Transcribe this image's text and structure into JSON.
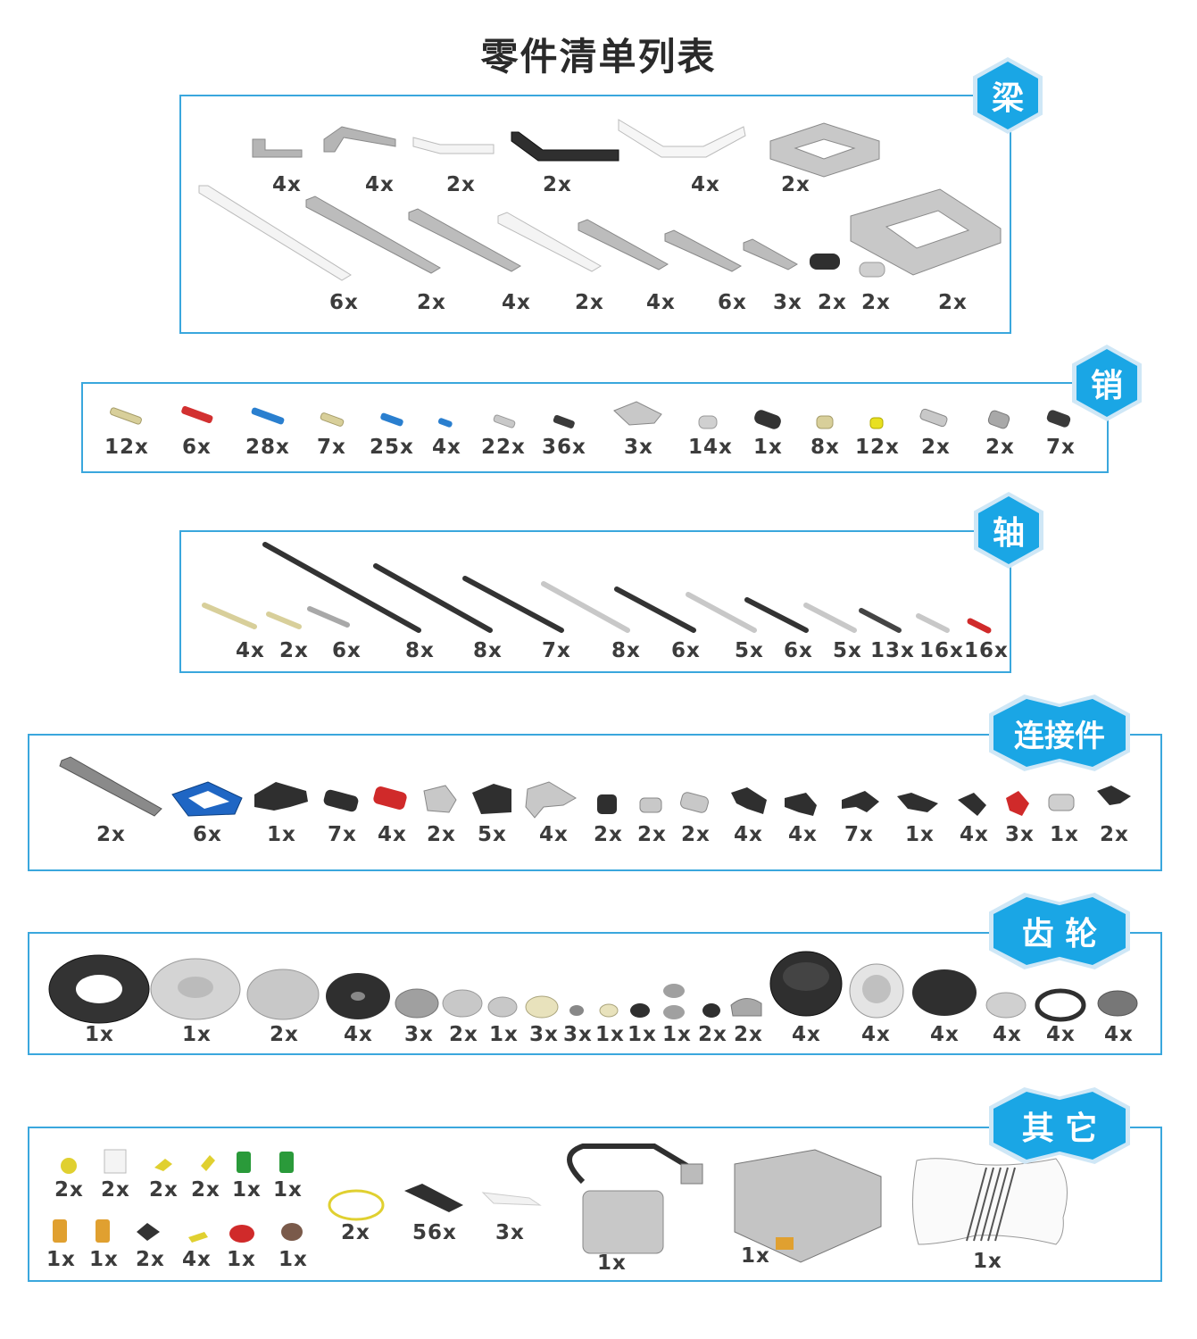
{
  "page_title": "零件清单列表",
  "sections": {
    "beams": {
      "label": "梁",
      "row1": [
        "4x",
        "4x",
        "2x",
        "2x",
        "4x",
        "2x"
      ],
      "row2": [
        "6x",
        "2x",
        "4x",
        "2x",
        "4x",
        "6x",
        "3x",
        "2x",
        "2x",
        "2x"
      ]
    },
    "pins": {
      "label": "销",
      "quantities": [
        "12x",
        "6x",
        "28x",
        "7x",
        "25x",
        "4x",
        "22x",
        "36x",
        "3x",
        "14x",
        "1x",
        "8x",
        "12x",
        "2x",
        "2x",
        "7x"
      ]
    },
    "axles": {
      "label": "轴",
      "quantities": [
        "4x",
        "2x",
        "6x",
        "8x",
        "8x",
        "7x",
        "8x",
        "6x",
        "5x",
        "6x",
        "5x",
        "13x",
        "16x",
        "16x"
      ]
    },
    "connectors": {
      "label": "连接件",
      "quantities": [
        "2x",
        "6x",
        "1x",
        "7x",
        "4x",
        "2x",
        "5x",
        "4x",
        "2x",
        "2x",
        "2x",
        "4x",
        "4x",
        "7x",
        "1x",
        "4x",
        "3x",
        "1x",
        "2x"
      ]
    },
    "gears": {
      "label": "齿 轮",
      "quantities": [
        "1x",
        "1x",
        "2x",
        "4x",
        "3x",
        "2x",
        "1x",
        "3x",
        "3x",
        "1x",
        "1x",
        "1x",
        "2x",
        "2x",
        "4x",
        "4x",
        "4x",
        "4x",
        "4x",
        "4x"
      ]
    },
    "others": {
      "label": "其 它",
      "small_row1": [
        "2x",
        "2x",
        "2x",
        "2x",
        "1x",
        "1x"
      ],
      "small_row2": [
        "1x",
        "1x",
        "2x",
        "4x",
        "1x",
        "1x"
      ],
      "large": [
        "2x",
        "56x",
        "3x",
        "1x",
        "1x",
        "1x"
      ]
    }
  },
  "colors": {
    "border": "#3aa7dd",
    "hex_fill": "#1aa6e5",
    "part_grey": "#b8b8b8",
    "part_dark": "#333333"
  }
}
